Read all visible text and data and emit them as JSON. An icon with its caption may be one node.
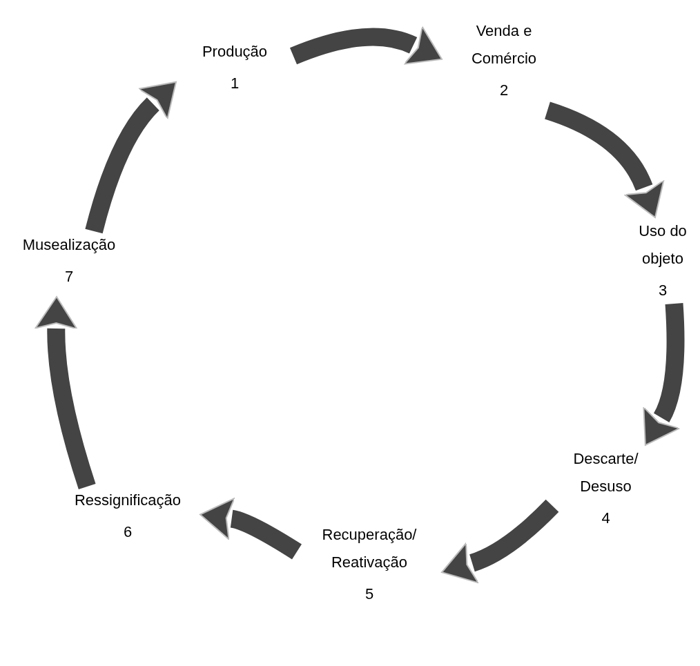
{
  "diagram": {
    "nodes": [
      {
        "text": [
          "Produção",
          "1"
        ]
      },
      {
        "text": [
          "Venda e Comércio",
          "2"
        ]
      },
      {
        "text": [
          "Uso do objeto",
          "3"
        ]
      },
      {
        "text": [
          "Descarte/ Desuso",
          "4"
        ]
      },
      {
        "text": [
          "Recuperação/ Reativação",
          "5"
        ]
      },
      {
        "text": [
          "Ressignificação",
          "6"
        ]
      },
      {
        "text": [
          "Musealização",
          "7"
        ]
      }
    ],
    "edges": [
      {
        "from": 0,
        "to": 1,
        "arrow": "to"
      },
      {
        "from": 1,
        "to": 2,
        "arrow": "to"
      },
      {
        "from": 2,
        "to": 3,
        "arrow": "to"
      },
      {
        "from": 3,
        "to": 4,
        "arrow": "to"
      },
      {
        "from": 4,
        "to": 5,
        "arrow": "to"
      },
      {
        "from": 5,
        "to": 6,
        "arrow": "to"
      },
      {
        "from": 6,
        "to": 0,
        "arrow": "to"
      }
    ]
  }
}
